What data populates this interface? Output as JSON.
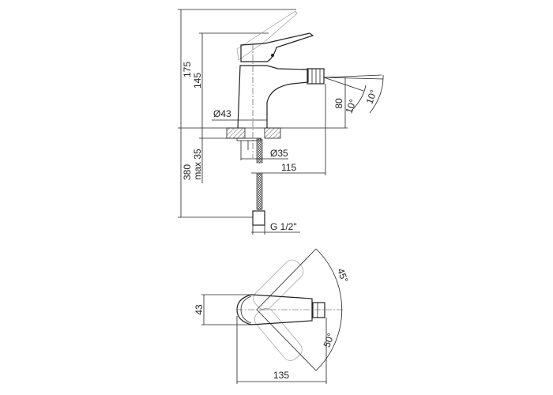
{
  "side_view": {
    "dim_total_height": "175",
    "dim_handle_height": "145",
    "dim_spout_height": "80",
    "dim_body_diameter": "Ø43",
    "dim_mount_diameter": "Ø35",
    "dim_reach": "115",
    "dim_max_deck": "max 35",
    "dim_hose_length": "380",
    "dim_connection": "G 1/2\"",
    "angle_1": "10°",
    "angle_2": "10°"
  },
  "top_view": {
    "dim_width": "43",
    "dim_length": "135",
    "angle_left": "45°",
    "angle_right": "50°"
  }
}
